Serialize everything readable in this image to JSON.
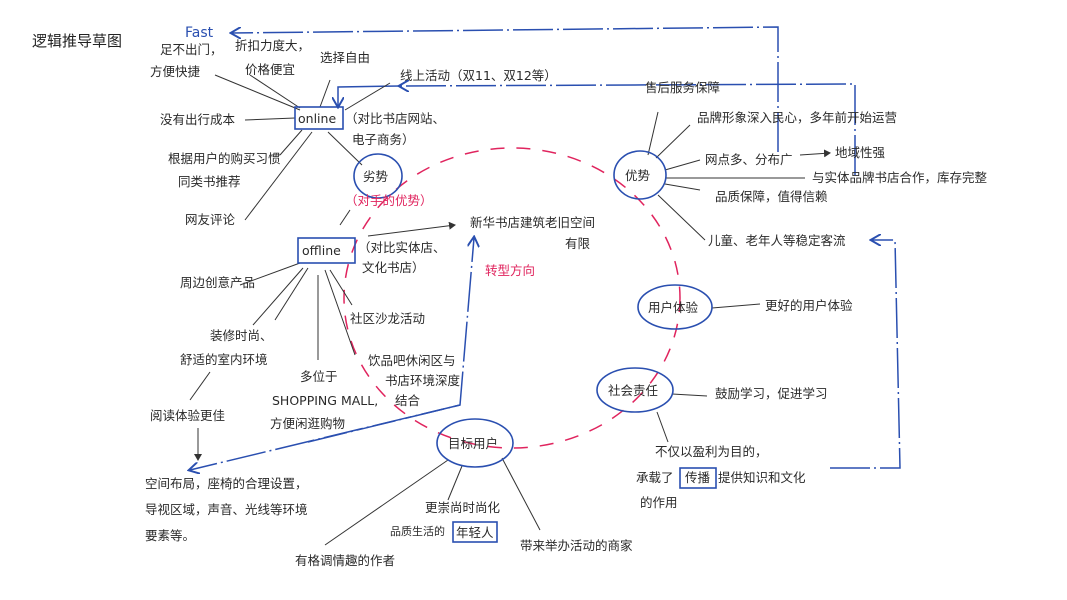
{
  "title": "逻辑推导草图",
  "fast_label": "Fast",
  "online": {
    "label": "online",
    "note": [
      "（对比书店网站、",
      "电子商务）"
    ],
    "branches": {
      "convenient": [
        "足不出门，",
        "方便快捷"
      ],
      "discount": [
        "折扣力度大，",
        "价格便宜"
      ],
      "free_choice": "选择自由",
      "online_events": "线上活动（双11、双12等）",
      "no_travel": "没有出行成本",
      "recommend": [
        "根据用户的购买习惯",
        "同类书推荐"
      ],
      "reviews": "网友评论"
    }
  },
  "weakness": {
    "label": "劣势",
    "note": "（对手的优势）"
  },
  "offline": {
    "label": "offline",
    "note": [
      "（对比实体店、",
      "文化书店）"
    ],
    "branches": {
      "creative": "周边创意产品",
      "decor": [
        "装修时尚、",
        "舒适的室内环境"
      ],
      "salon": "社区沙龙活动",
      "mall": [
        "多位于",
        "SHOPPING MALL,",
        "方便闲逛购物"
      ],
      "cafe": [
        "饮品吧休闲区与",
        "书店环境深度",
        "结合"
      ],
      "reading": "阅读体验更佳",
      "layout": [
        "空间布局，座椅的合理设置，",
        "导视区域，声音、光线等环境",
        "要素等。"
      ]
    }
  },
  "xinhua": [
    "新华书店建筑老旧空间",
    "有限"
  ],
  "transform": "转型方向",
  "strength": {
    "label": "优势",
    "branches": {
      "after_sales": "售后服务保障",
      "brand": "品牌形象深入民心，多年前开始运营",
      "many": "网点多、分布广",
      "regional": "地域性强",
      "partner": "与实体品牌书店合作，库存完整",
      "quality": "品质保障，值得信赖",
      "customers": "儿童、老年人等稳定客流"
    }
  },
  "ux": {
    "label": "用户体验",
    "branch": "更好的用户体验"
  },
  "social": {
    "label": "社会责任",
    "branch": "鼓励学习，促进学习",
    "note": [
      "不仅以盈利为目的，",
      "承载了",
      "传播",
      "提供知识和文化",
      "的作用"
    ]
  },
  "target": {
    "label": "目标用户",
    "branches": {
      "youth": [
        "更崇尚时尚化",
        "品质生活的",
        "年轻人"
      ],
      "authors": "有格调情趣的作者",
      "merchants": "带来举办活动的商家"
    }
  },
  "colors": {
    "ink": "#2a2a2a",
    "blue": "#2a4fb0",
    "red": "#e0245e"
  }
}
